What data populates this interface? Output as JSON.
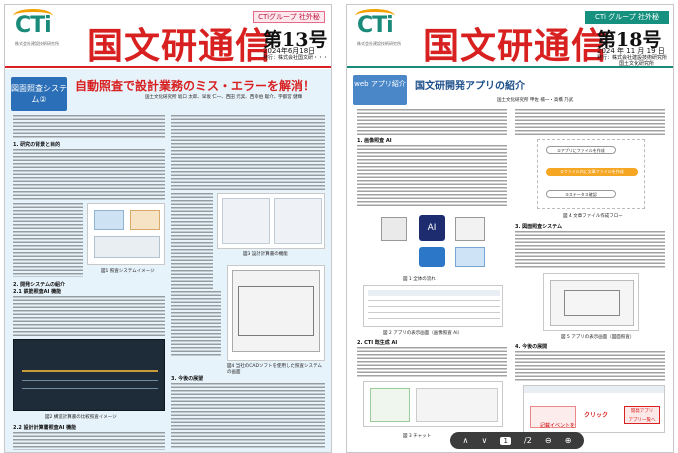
{
  "page1": {
    "group_tag": "CTiグループ 社外秘",
    "logo": "CTi",
    "logo_sub": "株式会社建設技術研究所",
    "title": "国文研通信",
    "issue": "第13号",
    "date": "2024年6月18日",
    "issuer": "発行：株式会社国文研・・・",
    "badge": "図面照査システム②",
    "headline": "自動照査で設計業務のミス・エラーを解消！",
    "authors": "国土文化研究所 坂口 太郎、早坂 仁一、西田 元実、西幸伯 聡介、宇都宮 健輝",
    "sections": {
      "s1": "1. 研究の背景と目的",
      "s2": "2. 開発システムの紹介",
      "s21": "2.1 鉄筋照査AI 機能",
      "s22": "2.2 設計計算書照査AI 機能",
      "s3": "3. 今後の展望"
    },
    "figures": {
      "f1": "図1 照査システムイメージ",
      "f2": "図2 構造計算書の比較照査イメージ",
      "f3": "図3 設計計算書の機能",
      "f4": "図4 当社のCADソフトを使用した照査システムの画面"
    }
  },
  "page2": {
    "group_tag": "CTi グループ 社外秘",
    "logo": "CTi",
    "logo_sub": "株式会社建設技術研究所",
    "title": "国文研通信",
    "issue": "第18号",
    "date": "2024 年 11 月 19 日",
    "issuer": "発行：株式会社建設技術研究所",
    "issuer2": "国土文化研究所",
    "badge": "web アプリ紹介",
    "headline": "国文研開発アプリの紹介",
    "author": "国土文化研究所 甲佐 楠一・高橋 乃武",
    "sections": {
      "s1": "1. 画像照査 AI",
      "s2": "2. CTI 既生成 AI",
      "s3": "3. 図面照査システム",
      "s4": "4. 今後の展開"
    },
    "figures": {
      "f1": "図 1 全体の流れ",
      "f2": "図 2 アプリの表示画面（画像照査 AI）",
      "f3": "図 3 チャット",
      "f4": "図 4 文章ファイル作成フロー",
      "f5": "図 5 アプリの表示画面（図面照査）"
    },
    "flow": {
      "step1": "①アプリにファイルを作成",
      "step2": "②ファイル内に文章ファイルを作成",
      "step3": "③ステータス確認"
    },
    "callout": "記載イベントを",
    "click_label": "クリック",
    "app_label": "開発アプリ",
    "callout2": "アプリ一覧へ"
  },
  "viewer": {
    "prev": "∧",
    "next": "∨",
    "page": "1",
    "total": "/2",
    "zoom_out": "⊖",
    "zoom_in": "⊕"
  },
  "colors": {
    "red": "#d82020",
    "teal": "#1a8a7a",
    "blue": "#2a6fb7",
    "navy": "#1d4f8a"
  }
}
